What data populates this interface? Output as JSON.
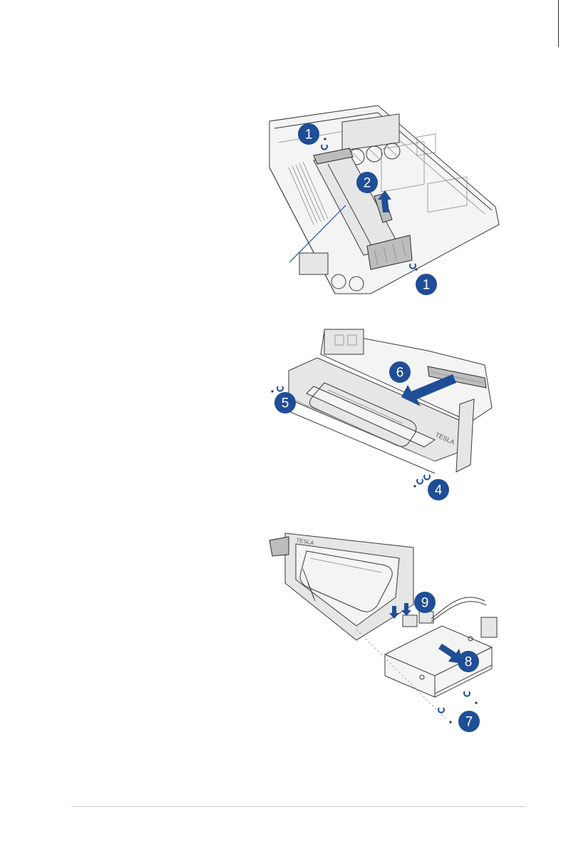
{
  "colors": {
    "callout": "#1f4e96",
    "rule": "#2a2a2a",
    "footer_rule": "#cfcfcf"
  },
  "figure1": {
    "callouts": [
      {
        "label": "1"
      },
      {
        "label": "2"
      },
      {
        "label": "1"
      }
    ]
  },
  "figure2": {
    "callouts": [
      {
        "label": "6"
      },
      {
        "label": "5"
      },
      {
        "label": "4"
      }
    ],
    "card_text": "TESLA"
  },
  "figure3": {
    "callouts": [
      {
        "label": "9"
      },
      {
        "label": "8"
      },
      {
        "label": "7"
      }
    ],
    "card_text": "TESLA"
  }
}
